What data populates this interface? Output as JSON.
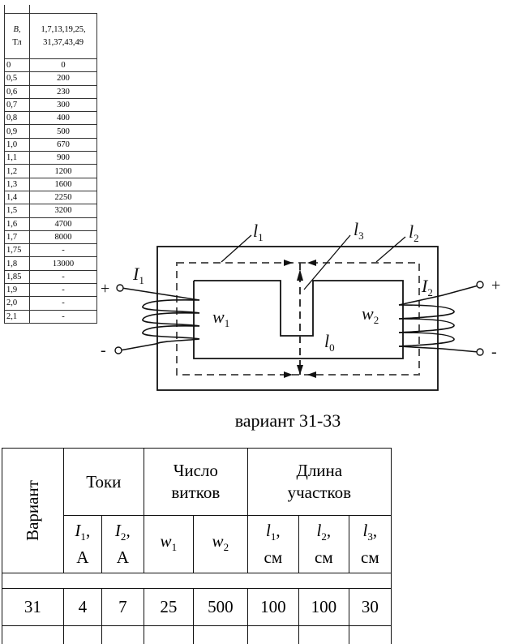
{
  "bh_table": {
    "header_b_line1": "B,",
    "header_b_line2": "Тл",
    "header_h_line1": "1,7,13,19,25,",
    "header_h_line2": "31,37,43,49",
    "rows": [
      {
        "b": "0",
        "h": "0"
      },
      {
        "b": "0,5",
        "h": "200"
      },
      {
        "b": "0,6",
        "h": "230"
      },
      {
        "b": "0,7",
        "h": "300"
      },
      {
        "b": "0,8",
        "h": "400"
      },
      {
        "b": "0,9",
        "h": "500"
      },
      {
        "b": "1,0",
        "h": "670"
      },
      {
        "b": "1,1",
        "h": "900"
      },
      {
        "b": "1,2",
        "h": "1200"
      },
      {
        "b": "1,3",
        "h": "1600"
      },
      {
        "b": "1,4",
        "h": "2250"
      },
      {
        "b": "1,5",
        "h": "3200"
      },
      {
        "b": "1,6",
        "h": "4700"
      },
      {
        "b": "1,7",
        "h": "8000"
      },
      {
        "b": "1,75",
        "h": "-"
      },
      {
        "b": "1,8",
        "h": "13000"
      },
      {
        "b": "1,85",
        "h": "-"
      },
      {
        "b": "1,9",
        "h": "-"
      },
      {
        "b": "2,0",
        "h": "-"
      },
      {
        "b": "2,1",
        "h": "-"
      }
    ]
  },
  "diagram": {
    "label_l1": "l",
    "sub_l1": "1",
    "label_l2": "l",
    "sub_l2": "2",
    "label_l3": "l",
    "sub_l3": "3",
    "label_l0": "l",
    "sub_l0": "0",
    "label_I1": "I",
    "sub_I1": "1",
    "label_I2": "I",
    "sub_I2": "2",
    "label_w1": "w",
    "sub_w1": "1",
    "label_w2": "w",
    "sub_w2": "2",
    "plus": "+",
    "minus": "-",
    "caption": "вариант 31-33"
  },
  "variant_table": {
    "col_variant": "Вариант",
    "group_currents": "Токи",
    "group_turns_line1": "Число",
    "group_turns_line2": "витков",
    "group_length_line1": "Длина",
    "group_length_line2": "участков",
    "sub_headers": [
      {
        "sym": "I",
        "sub": "1",
        "unit": "А"
      },
      {
        "sym": "I",
        "sub": "2",
        "unit": "А"
      },
      {
        "sym": "w",
        "sub": "1",
        "unit": ""
      },
      {
        "sym": "w",
        "sub": "2",
        "unit": ""
      },
      {
        "sym": "l",
        "sub": "1",
        "unit": "см"
      },
      {
        "sym": "l",
        "sub": "2",
        "unit": "см"
      },
      {
        "sym": "l",
        "sub": "3",
        "unit": "см"
      }
    ],
    "data_row": [
      "31",
      "4",
      "7",
      "25",
      "500",
      "100",
      "100",
      "30"
    ]
  }
}
